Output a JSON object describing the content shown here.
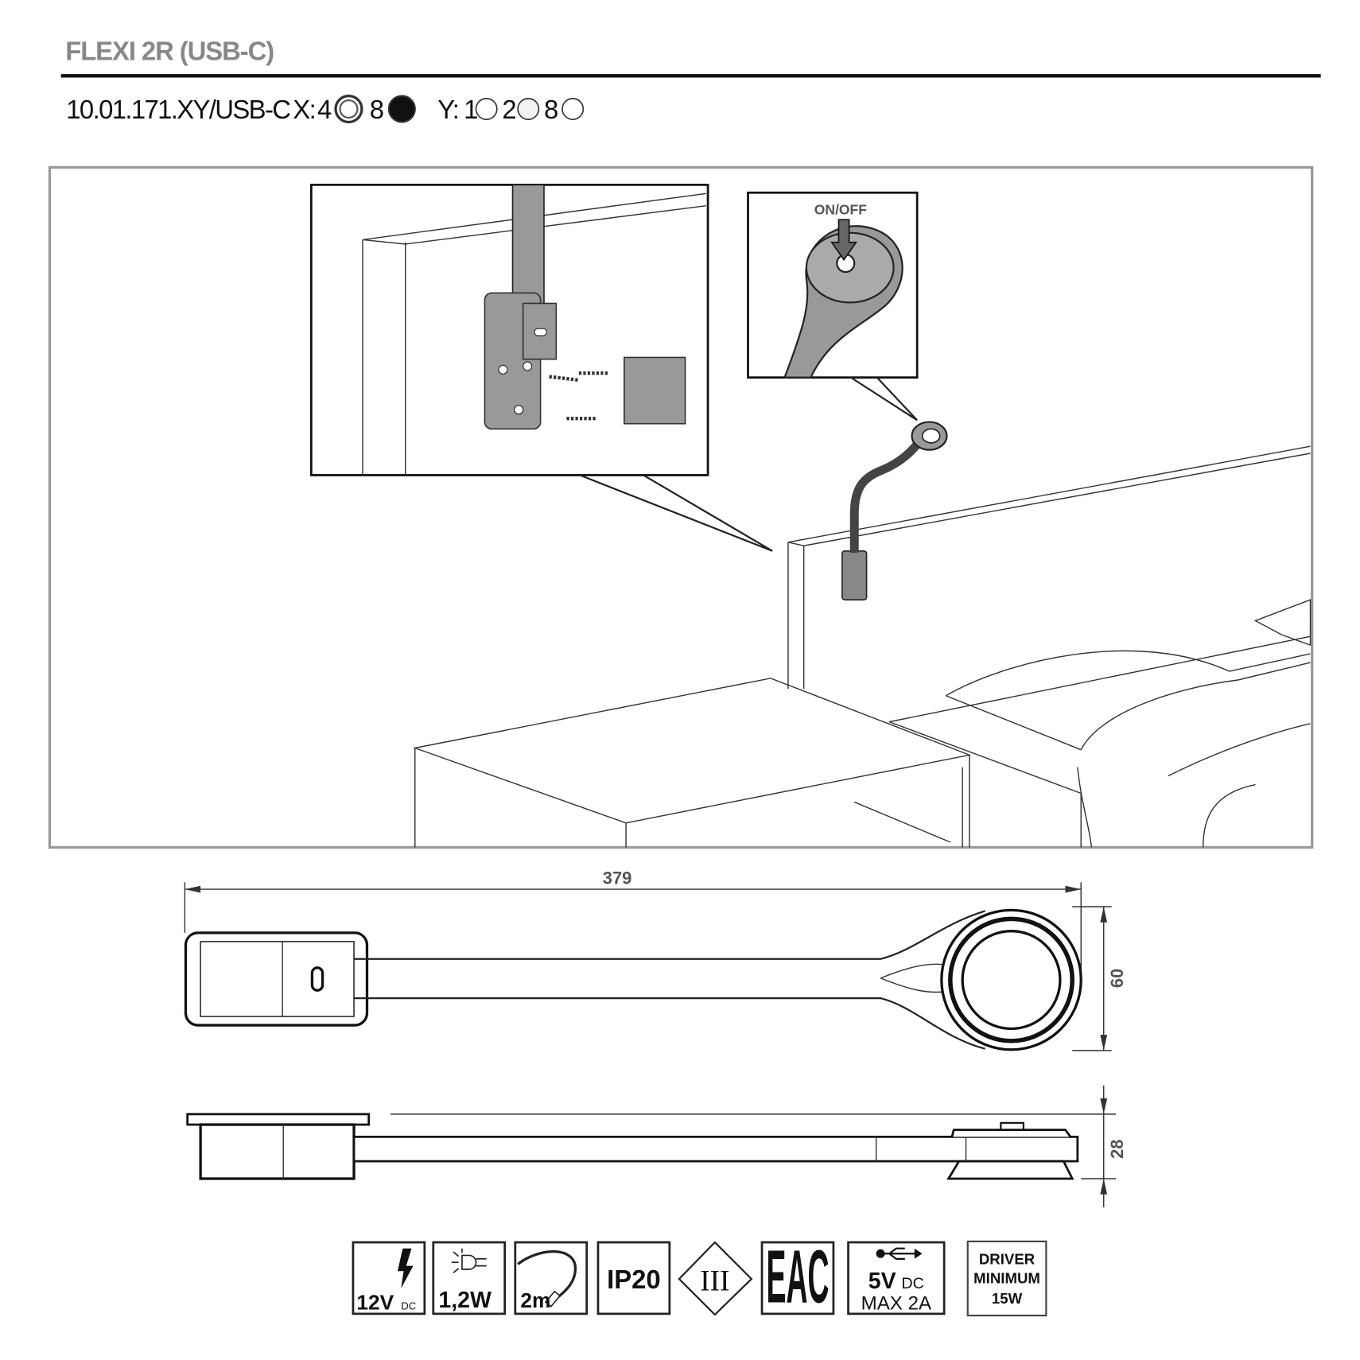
{
  "header": {
    "title": "FLEXI  2R (USB-C)",
    "code": "10.01.171.XY/USB-C",
    "x_label": "X:",
    "x_options": [
      "4",
      "8"
    ],
    "y_label": "Y:",
    "y_options": [
      "1",
      "2",
      "8"
    ]
  },
  "illustration": {
    "switch_label": "ON/OFF"
  },
  "dimensions": {
    "length": "379",
    "width": "60",
    "height": "28"
  },
  "specs": {
    "voltage": "12V",
    "voltage_unit": "DC",
    "power": "1,2W",
    "cable": "2m",
    "ip": "IP20",
    "class": "III",
    "cert": "EAC",
    "usb_voltage": "5V",
    "usb_unit": "DC",
    "usb_current": "MAX 2A",
    "driver_line1": "DRIVER",
    "driver_line2": "MINIMUM",
    "driver_line3": "15W"
  }
}
